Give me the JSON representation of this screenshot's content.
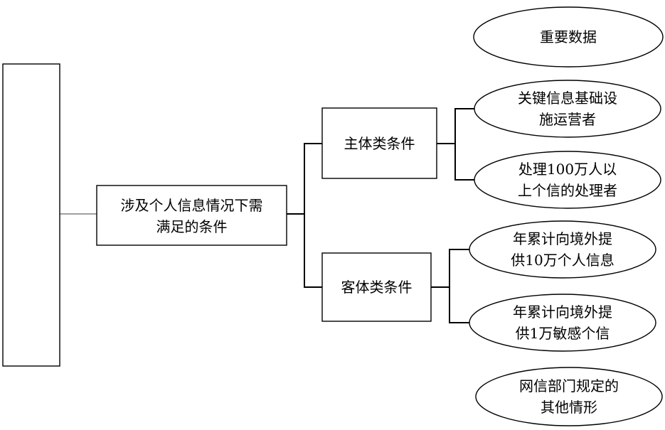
{
  "root": {
    "label": ""
  },
  "main": {
    "line1": "涉及个人信息情况下需",
    "line2": "满足的条件"
  },
  "subject": {
    "label": "主体类条件"
  },
  "object": {
    "label": "客体类条件"
  },
  "leaves": {
    "important_data": {
      "line1": "重要数据"
    },
    "cii_operator": {
      "line1": "关键信息基础设",
      "line2": "施运营者"
    },
    "million_processor": {
      "line1": "处理100万人以",
      "line2": "上个信的处理者"
    },
    "cumulative_100k": {
      "line1": "年累计向境外提",
      "line2": "供10万个人信息"
    },
    "cumulative_10k_sensitive": {
      "line1": "年累计向境外提",
      "line2": "供1万敏感个信"
    },
    "other_cases": {
      "line1": "网信部门规定的",
      "line2": "其他情形"
    }
  }
}
